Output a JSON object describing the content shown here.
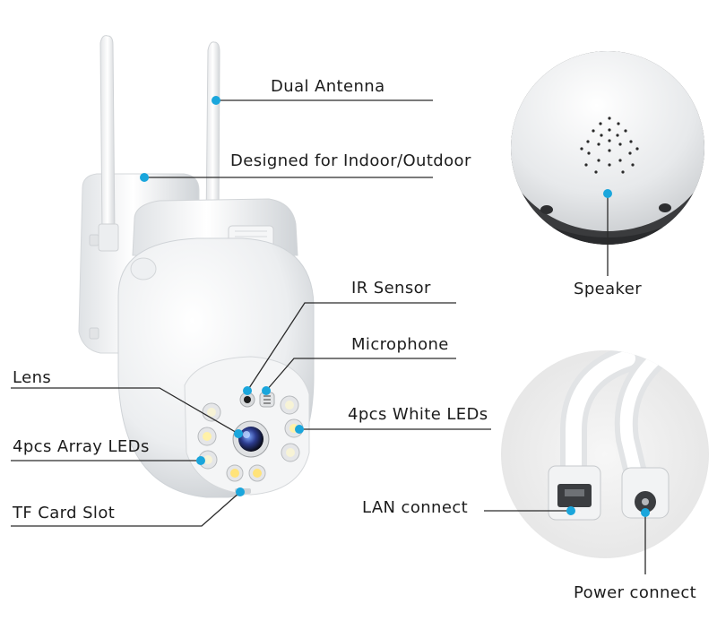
{
  "labels": {
    "dual_antenna": "Dual Antenna",
    "indoor_outdoor": "Designed for Indoor/Outdoor",
    "ir_sensor": "IR Sensor",
    "microphone": "Microphone",
    "lens": "Lens",
    "white_leds": "4pcs White LEDs",
    "array_leds": "4pcs Array LEDs",
    "tf_card_slot": "TF Card Slot",
    "speaker": "Speaker",
    "lan_connect": "LAN connect",
    "power_connect": "Power connect"
  },
  "colors": {
    "callout_dot": "#1aa6dc",
    "callout_line": "#2a2a2a"
  }
}
